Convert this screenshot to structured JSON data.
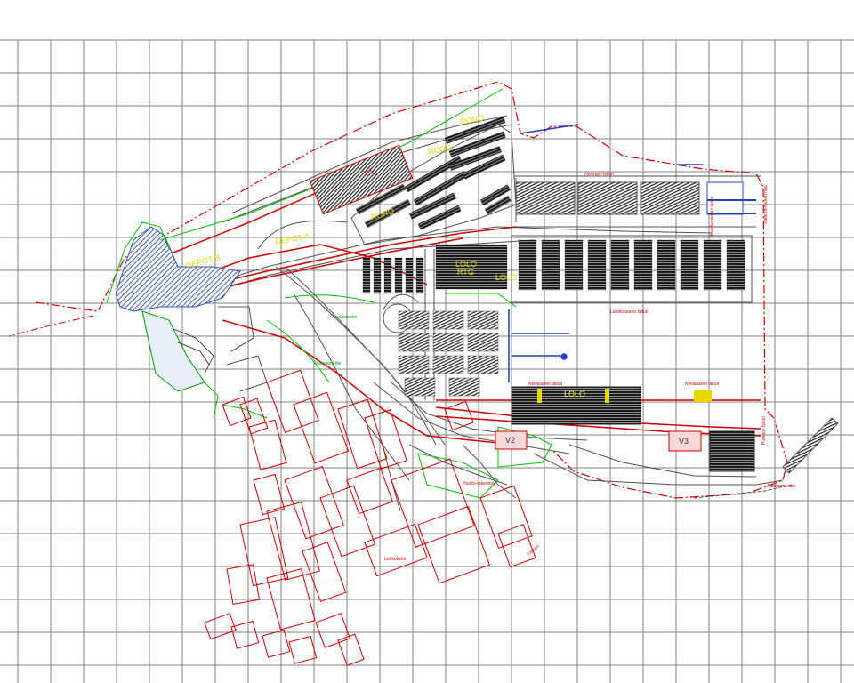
{
  "drawing": {
    "colors": {
      "background": "#ffffff",
      "grid": "#808080",
      "roads": "#505050",
      "buildings": "#d40000",
      "boundary": "#d40000",
      "green": "#00c000",
      "blue": "#2040c0",
      "labels": "#e6d800",
      "stacks": "#1a1a1a"
    },
    "zones": [
      {
        "id": "roro-1",
        "text": "RORO"
      },
      {
        "id": "roro-2",
        "text": "RORO"
      },
      {
        "id": "roro-3",
        "text": "RORO"
      },
      {
        "id": "v1",
        "text": "V1"
      },
      {
        "id": "depot-a",
        "text": "DEPOT A"
      },
      {
        "id": "depot-b",
        "text": "DEPOT B"
      },
      {
        "id": "lolo-1",
        "text": "LOLO"
      },
      {
        "id": "lolo-2",
        "text": "LOLO"
      },
      {
        "id": "lolo-3",
        "text": "LOLO"
      },
      {
        "id": "rtg",
        "text": "RTG"
      },
      {
        "id": "v2",
        "text": "V2"
      },
      {
        "id": "v3",
        "text": "V3"
      }
    ],
    "street_labels": [
      {
        "id": "vuosaarentie",
        "text": "Vuosaarentie"
      },
      {
        "id": "vuosaarentie-2",
        "text": "Vuosaarentie"
      },
      {
        "id": "lahdesaaren",
        "text": "Lahdesaaren laituri"
      },
      {
        "id": "niinisaaren",
        "text": "Niinisaaren laituri"
      },
      {
        "id": "niinisaaren-2",
        "text": "Niinisaaren laituri"
      },
      {
        "id": "vastingin",
        "text": "Västingin laituri"
      },
      {
        "id": "pumpunlaituri",
        "text": "Pumpun laituri"
      },
      {
        "id": "nuottamiehen",
        "text": "Nuottamiehen laituri"
      },
      {
        "id": "lohkoheitti",
        "text": "Lohkoheitti"
      },
      {
        "id": "kiviharju",
        "text": "Kivikon"
      },
      {
        "id": "satama-alue",
        "text": "Satama-alueen raja"
      },
      {
        "id": "autoterminaali",
        "text": "Autoterminaali"
      },
      {
        "id": "huolto",
        "text": "Huolto-rakennus"
      }
    ]
  }
}
